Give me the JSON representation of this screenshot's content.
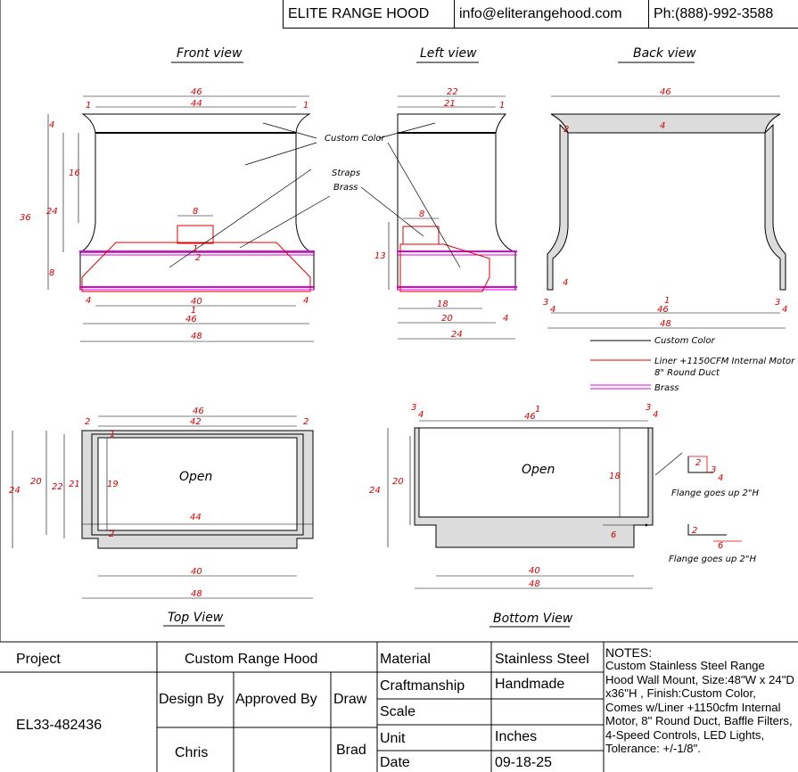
{
  "header": {
    "company": "ELITE RANGE HOOD",
    "email": "info@eliterangehood.com",
    "phone": "Ph:(888)-992-3588"
  },
  "views": {
    "front": "Front view",
    "left": "Left view",
    "back": "Back view",
    "top": "Top View",
    "bottom": "Bottom View"
  },
  "labels": {
    "custom_color": "Custom Color",
    "straps": "Straps",
    "brass": "Brass",
    "open": "Open",
    "flange": "Flange goes up 2\"H"
  },
  "legend": {
    "black": "Custom Color",
    "red_line1": "Liner +1150CFM Internal Motor",
    "red_line2": "8\" Round Duct",
    "magenta": "Brass",
    "colors": {
      "black": "#000000",
      "red": "#e00000",
      "magenta": "#e000e0"
    }
  },
  "dims": {
    "d46": "46",
    "d44": "44",
    "d42": "42",
    "d40": "40",
    "d48": "48",
    "d22": "22",
    "d21": "21",
    "d20": "20",
    "d24": "24",
    "d19": "19",
    "d18": "18",
    "d36": "36",
    "d16": "16",
    "d13": "13",
    "d8": "8",
    "d6": "6",
    "d4": "4",
    "d2": "2",
    "d1": "1",
    "d3": "3",
    "half_num": "1",
    "half_den": "2",
    "qtr_num": "3",
    "qtr_den": "4",
    "d46b": "46",
    "d16b": "6"
  },
  "table": {
    "project_label": "Project",
    "project_name": "Custom Range Hood",
    "project_id": "EL33-482436",
    "design_by_label": "Design By",
    "approved_by_label": "Approved By",
    "draw_label": "Draw",
    "designer": "Chris",
    "drawer": "Brad",
    "material_label": "Material",
    "material": "Stainless Steel",
    "craft_label": "Craftmanship",
    "craft": "Handmade",
    "scale_label": "Scale",
    "unit_label": "Unit",
    "unit": "Inches",
    "date_label": "Date",
    "date": "09-18-25",
    "notes_title": "NOTES:",
    "notes_body": "Custom Stainless Steel Range Hood Wall Mount, Size:48\"W x 24\"D x36\"H , Finish:Custom Color, Comes w/Liner +1150cfm Internal Motor, 8\" Round Duct, Baffle Filters, 4-Speed Controls, LED Lights, Tolerance: +/-1/8\"."
  }
}
